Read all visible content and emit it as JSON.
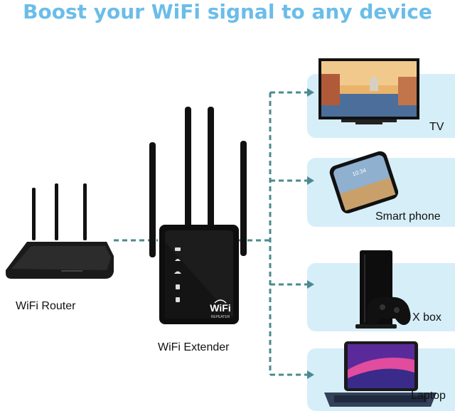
{
  "headline": "Boost your WiFi signal to any device",
  "router": {
    "label": "WiFi Router"
  },
  "extender": {
    "label": "WiFi Extender",
    "badge_title": "WiFi",
    "badge_sub": "REPEATER"
  },
  "devices": [
    {
      "label": "TV",
      "icon": "tv-icon"
    },
    {
      "label": "Smart phone",
      "icon": "smartphone-icon"
    },
    {
      "label": "X box",
      "icon": "console-icon"
    },
    {
      "label": "Laptop",
      "icon": "laptop-icon"
    }
  ],
  "colors": {
    "headline": "#6bbde8",
    "panel": "#d6eef8",
    "connector": "#4a8a90",
    "device_dark": "#111111"
  }
}
